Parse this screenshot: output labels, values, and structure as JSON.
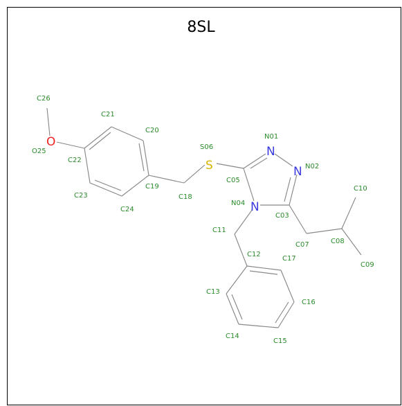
{
  "title": "8SL",
  "colors": {
    "bond": "#888888",
    "label": "#2a8a2a",
    "N": "#3a3adf",
    "O": "#ee2222",
    "S": "#d8b400"
  },
  "elements": {
    "n01": "N",
    "n02": "N",
    "n04": "N",
    "s06": "S",
    "o25": "O"
  },
  "atom_labels": {
    "N01": "N01",
    "N02": "N02",
    "C03": "C03",
    "N04": "N04",
    "C05": "C05",
    "S06": "S06",
    "C07": "C07",
    "C08": "C08",
    "C09": "C09",
    "C10": "C10",
    "C11": "C11",
    "C12": "C12",
    "C13": "C13",
    "C14": "C14",
    "C15": "C15",
    "C16": "C16",
    "C17": "C17",
    "C18": "C18",
    "C19": "C19",
    "C20": "C20",
    "C21": "C21",
    "C22": "C22",
    "C23": "C23",
    "C24": "C24",
    "O25": "O25",
    "C26": "C26"
  }
}
